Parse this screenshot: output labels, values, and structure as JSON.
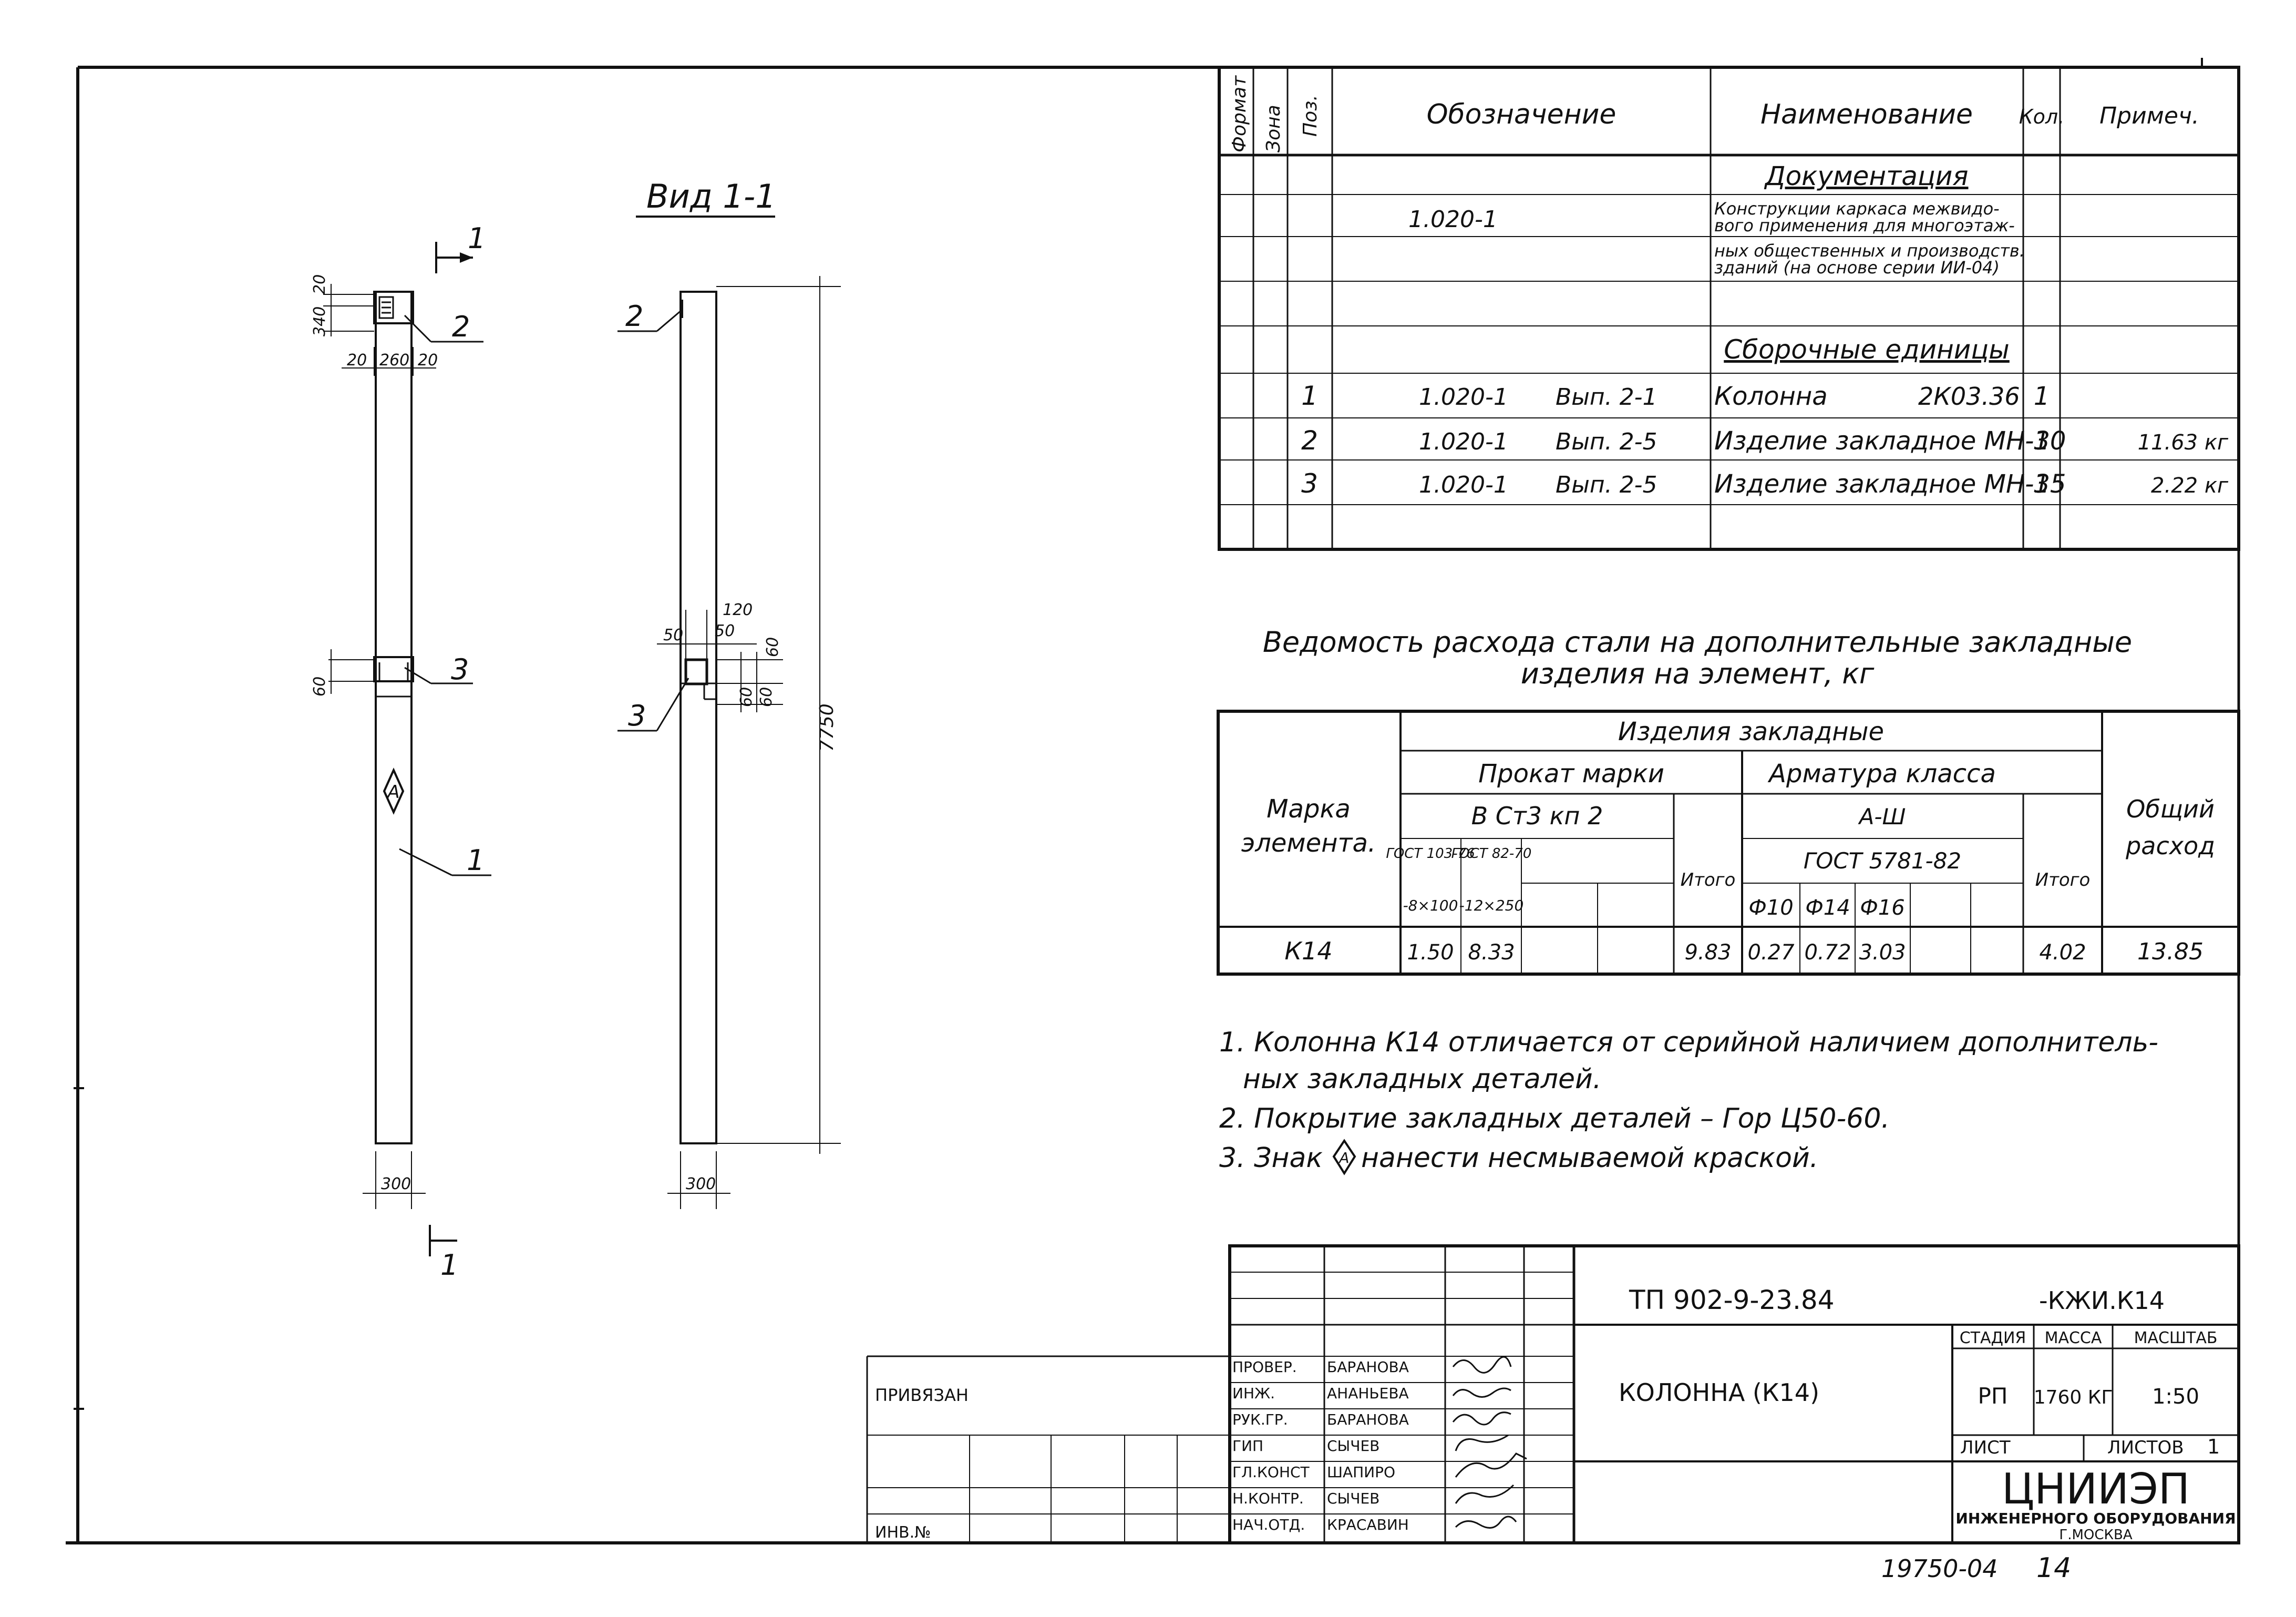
{
  "drawing": {
    "view_title": "Вид 1-1",
    "section_mark": "1",
    "dims": {
      "d340": "340",
      "d20a": "20",
      "d20b": "20",
      "d260": "260",
      "d20c": "20",
      "d60": "60",
      "d300a": "300",
      "d300b": "300",
      "d7750": "7750",
      "d120": "120",
      "d50a": "50",
      "d50b": "50",
      "d60b": "60",
      "d60c": "60",
      "d60d": "60"
    },
    "callouts": {
      "c1": "1",
      "c2": "2",
      "c3": "3",
      "c2b": "2",
      "c3b": "3"
    },
    "marker": "А"
  },
  "spec": {
    "headers": {
      "format": "Формат",
      "zone": "Зона",
      "pos": "Поз.",
      "designation": "Обозначение",
      "name": "Наименование",
      "qty": "Кол.",
      "note": "Примеч."
    },
    "section_docs": "Документация",
    "doc_designation": "1.020-1",
    "doc_name_1": "Конструкции каркаса межвидо-",
    "doc_name_2": "вого применения для многоэтаж-",
    "doc_name_3": "ных общественных и производств.",
    "doc_name_4": "зданий (на основе серии ИИ-04)",
    "section_units": "Сборочные единицы",
    "rows": [
      {
        "pos": "1",
        "des": "1.020-1",
        "issue": "Вып. 2-1",
        "name": "Колонна",
        "mark": "2К03.36",
        "qty": "1",
        "note": ""
      },
      {
        "pos": "2",
        "des": "1.020-1",
        "issue": "Вып. 2-5",
        "name": "Изделие закладное МН-30",
        "mark": "",
        "qty": "1",
        "note": "11.63 кг"
      },
      {
        "pos": "3",
        "des": "1.020-1",
        "issue": "Вып. 2-5",
        "name": "Изделие закладное МН-35",
        "mark": "",
        "qty": "1",
        "note": "2.22 кг"
      }
    ]
  },
  "steel": {
    "title_1": "Ведомость расхода стали на дополнительные закладные",
    "title_2": "изделия на элемент, кг",
    "h_products": "Изделия закладные",
    "h_rolled": "Прокат марки",
    "h_rebar": "Арматура класса",
    "h_mark": "Марка",
    "h_element": "элемента.",
    "h_steel": "В Ст3 кп 2",
    "h_class": "А-Ш",
    "h_gost_a": "ГОСТ 103-76",
    "h_gost_b": "ГОСТ 82-70",
    "h_gost_c": "ГОСТ 5781-82",
    "h_itogo_a": "Итого",
    "h_itogo_b": "Итого",
    "h_total_1": "Общий",
    "h_total_2": "расход",
    "h_s1": "-8×100",
    "h_s2": "-12×250",
    "h_d10": "Ф10",
    "h_d14": "Ф14",
    "h_d16": "Ф16",
    "row": {
      "mark": "К14",
      "v1": "1.50",
      "v2": "8.33",
      "it1": "9.83",
      "d10": "0.27",
      "d14": "0.72",
      "d16": "3.03",
      "it2": "4.02",
      "total": "13.85"
    }
  },
  "notes": {
    "n1a": "1. Колонна К14 отличается от серийной наличием дополнитель-",
    "n1b": "ных закладных деталей.",
    "n2": "2. Покрытие закладных деталей – Гор Ц50-60.",
    "n3a": "3. Знак",
    "n3b": "нанести несмываемой краской."
  },
  "title_block": {
    "code": "ТП 902-9-23.84",
    "suffix": "-КЖИ.К14",
    "name": "КОЛОННА   (К14)",
    "stage_h": "СТАДИЯ",
    "mass_h": "МАССА",
    "scale_h": "МАСШТАБ",
    "stage": "РП",
    "mass": "1760 КГ",
    "scale": "1:50",
    "sheet_h": "ЛИСТ",
    "sheets_h": "ЛИСТОВ",
    "sheets": "1",
    "org_1": "ЦНИИЭП",
    "org_2": "ИНЖЕНЕРНОГО ОБОРУДОВАНИЯ",
    "org_3": "Г.МОСКВА",
    "tied": "ПРИВЯЗАН",
    "inv": "ИНВ.№",
    "roles": [
      {
        "role": "ПРОВЕР.",
        "name": "БАРАНОВА"
      },
      {
        "role": "ИНЖ.",
        "name": "АНАНЬЕВА"
      },
      {
        "role": "РУК.ГР.",
        "name": "БАРАНОВА"
      },
      {
        "role": "ГИП",
        "name": "СЫЧЕВ"
      },
      {
        "role": "ГЛ.КОНСТ",
        "name": "ШАПИРО"
      },
      {
        "role": "Н.КОНТР.",
        "name": "СЫЧЕВ"
      },
      {
        "role": "НАЧ.ОТД.",
        "name": "КРАСАВИН"
      }
    ],
    "stamp": "19750-04",
    "page": "14"
  }
}
